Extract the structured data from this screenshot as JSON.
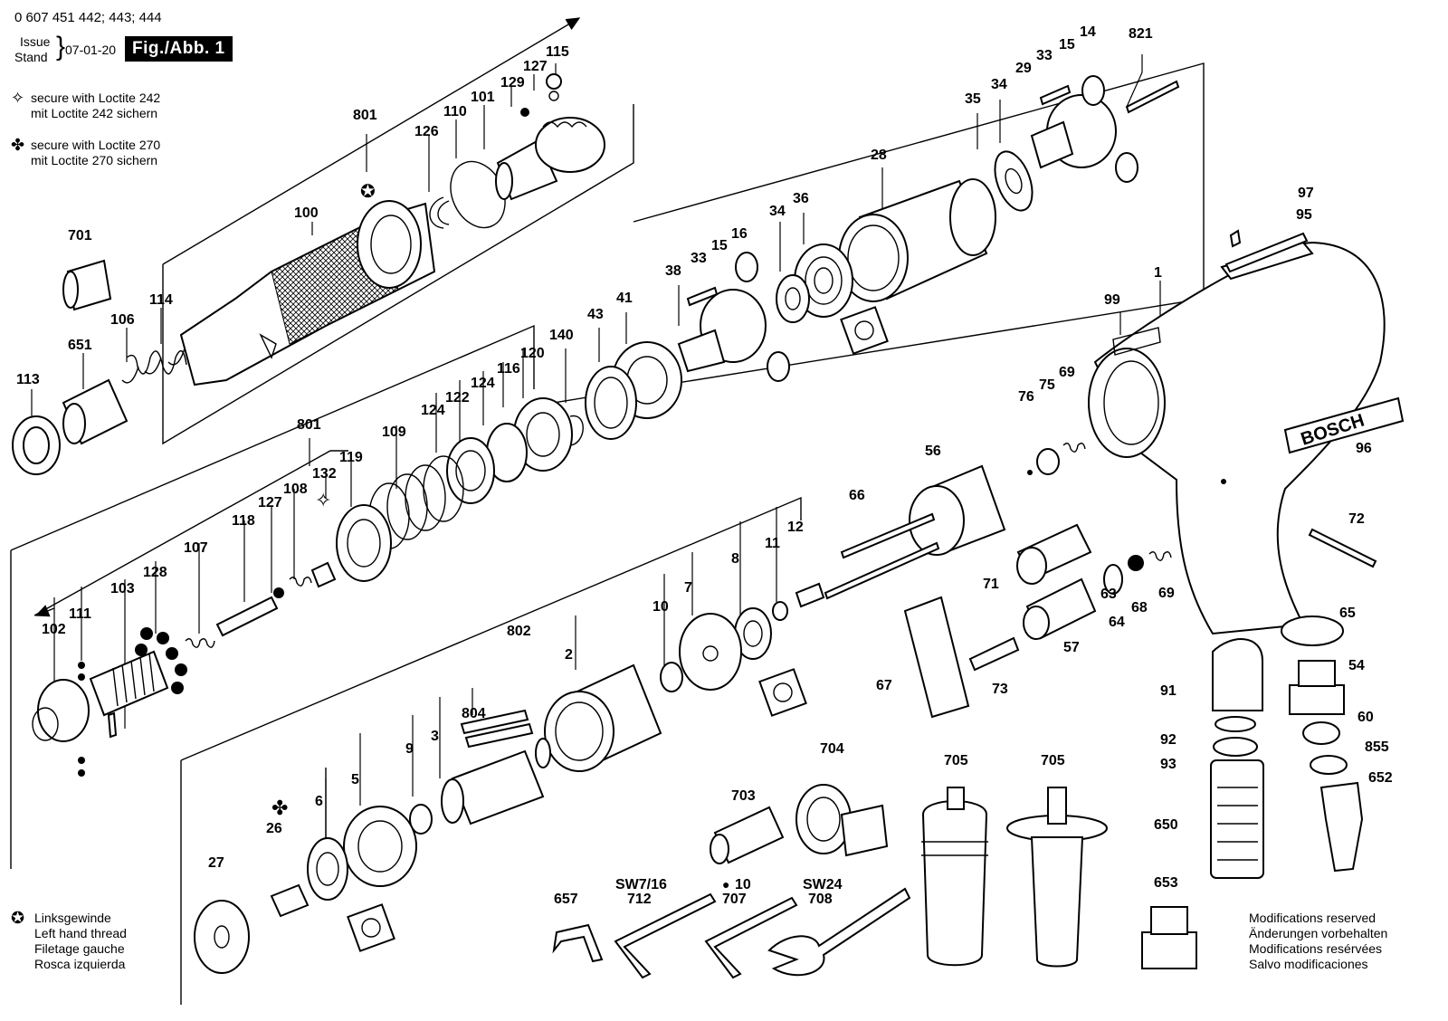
{
  "header": {
    "part_number": "0 607 451 442; 443; 444",
    "issue": "Issue",
    "stand": "Stand",
    "date": "07-01-20",
    "figure": "Fig./Abb. 1"
  },
  "legend_loctite": {
    "l242_en": "secure with Loctite 242",
    "l242_de": "mit Loctite 242 sichern",
    "l270_en": "secure with Loctite 270",
    "l270_de": "mit Loctite 270 sichern"
  },
  "legend_thread": {
    "de": "Linksgewinde",
    "en": "Left hand thread",
    "fr": "Filetage gauche",
    "es": "Rosca izquierda"
  },
  "modifications": {
    "en": "Modifications reserved",
    "de": "Änderungen vorbehalten",
    "fr": "Modifications resérvées",
    "es": "Salvo modificaciones"
  },
  "tool_labels": {
    "sw716": "SW7/16",
    "hex10": "10",
    "sw24": "SW24"
  },
  "brand": "BOSCH",
  "part_labels": [
    "115",
    "127",
    "129",
    "101",
    "110",
    "126",
    "801",
    "100",
    "114",
    "106",
    "701",
    "651",
    "113",
    "821",
    "14",
    "15",
    "33",
    "29",
    "34",
    "35",
    "28",
    "36",
    "34",
    "16",
    "15",
    "33",
    "38",
    "41",
    "43",
    "140",
    "120",
    "116",
    "124",
    "122",
    "124",
    "109",
    "119",
    "801",
    "132",
    "108",
    "127",
    "118",
    "107",
    "128",
    "103",
    "111",
    "102",
    "99",
    "1",
    "97",
    "95",
    "96",
    "76",
    "75",
    "69",
    "56",
    "66",
    "71",
    "63",
    "64",
    "68",
    "69",
    "72",
    "57",
    "73",
    "67",
    "802",
    "2",
    "10",
    "7",
    "8",
    "11",
    "12",
    "804",
    "3",
    "9",
    "5",
    "6",
    "26",
    "27",
    "704",
    "703",
    "705",
    "705",
    "657",
    "712",
    "707",
    "708",
    "91",
    "92",
    "93",
    "650",
    "653",
    "65",
    "54",
    "60",
    "855",
    "652"
  ],
  "colors": {
    "ink": "#000000",
    "paper": "#ffffff"
  }
}
